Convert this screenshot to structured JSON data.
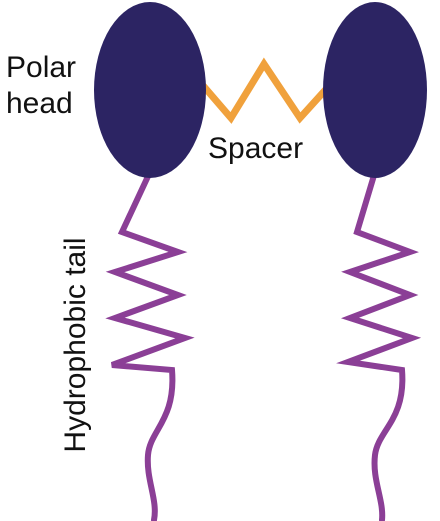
{
  "labels": {
    "polar_head_line1": "Polar",
    "polar_head_line2": "head",
    "spacer": "Spacer",
    "hydrophobic_tail": "Hydrophobic tail"
  },
  "colors": {
    "head": "#2c2463",
    "spacer": "#f0a13c",
    "tail": "#8b3f96",
    "text": "#111111"
  }
}
